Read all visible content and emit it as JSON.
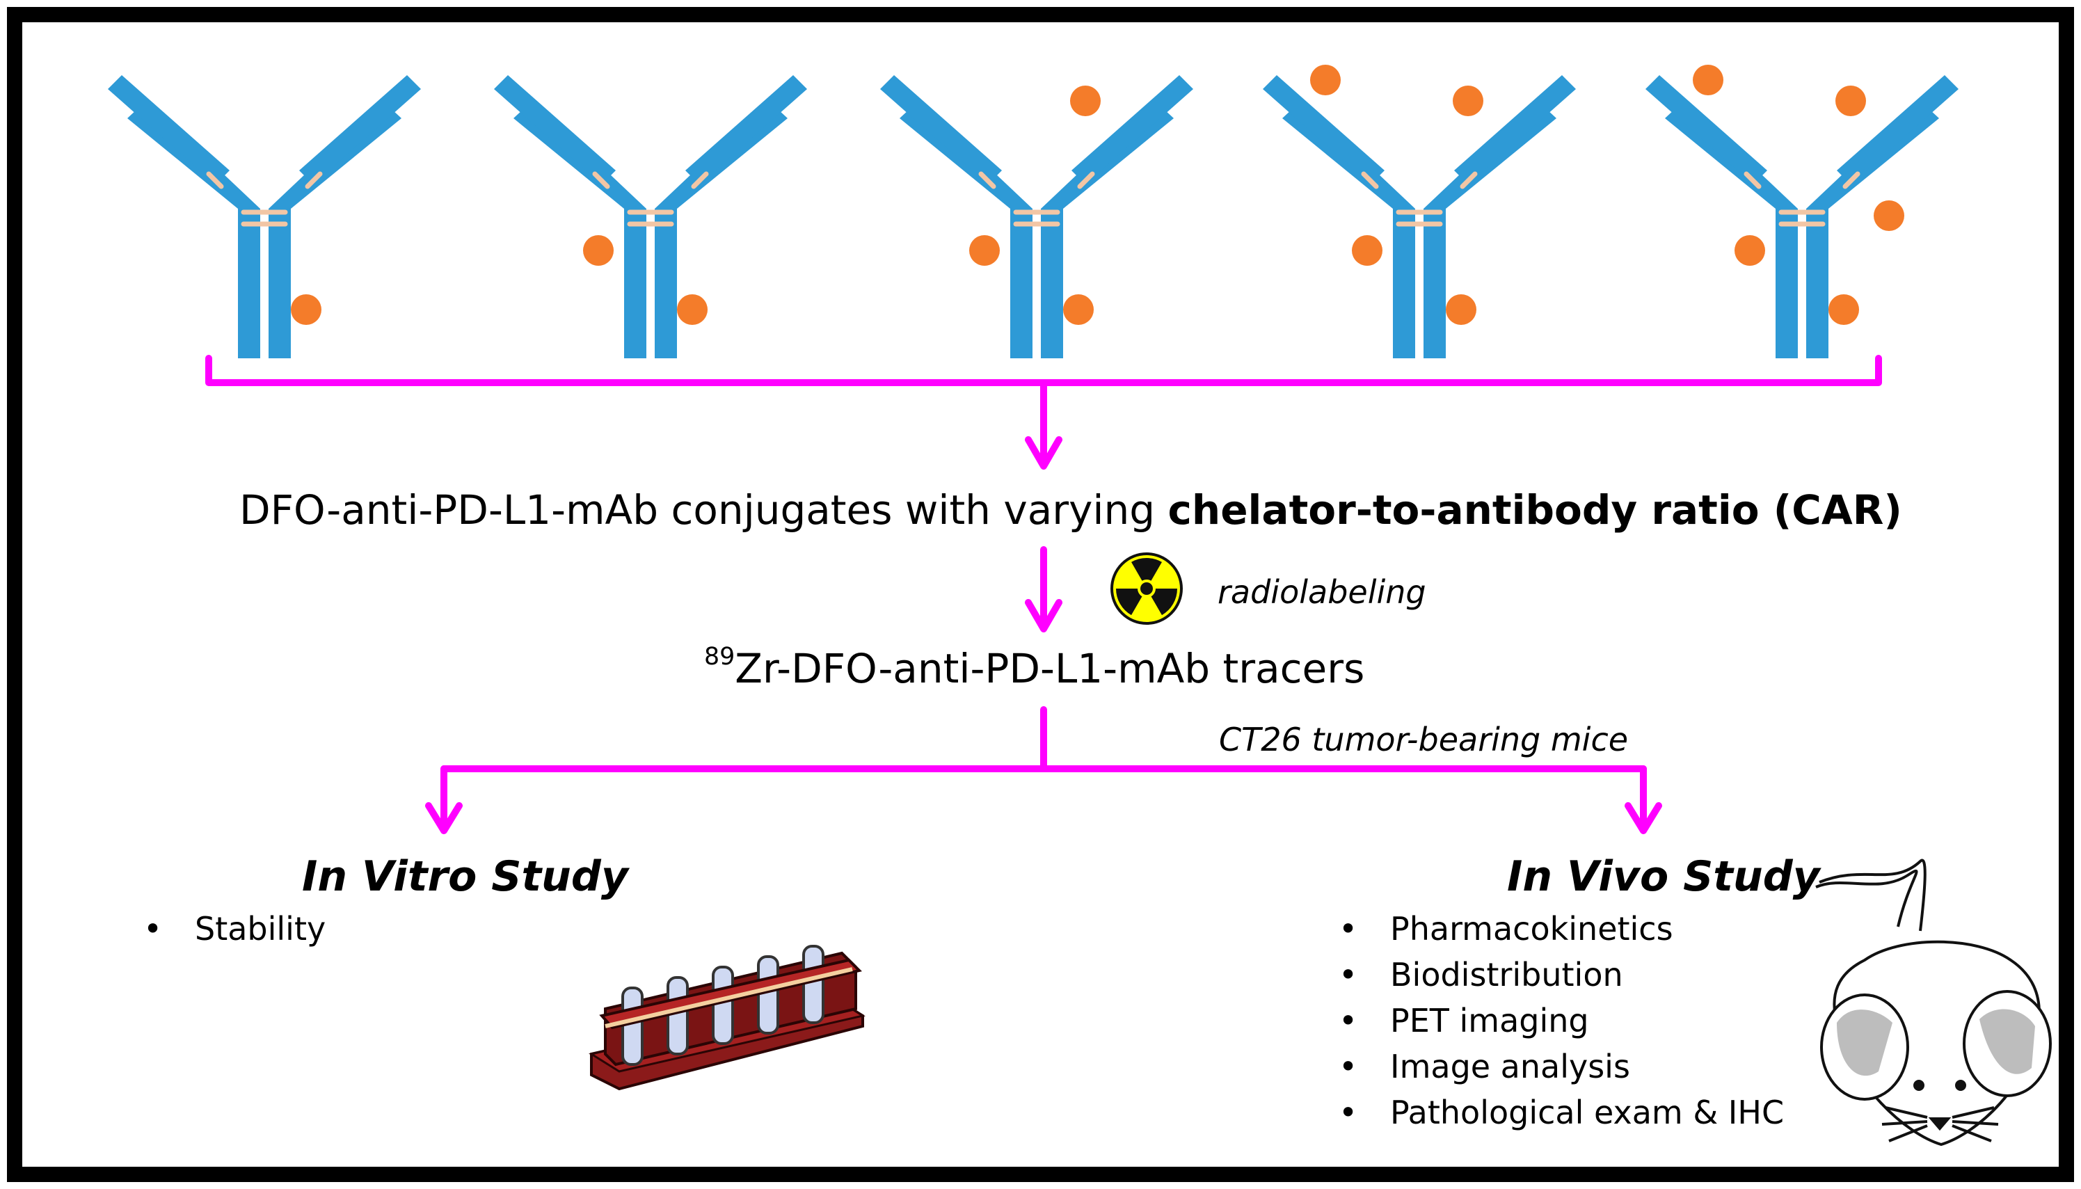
{
  "caption": {
    "conjugates_prefix": "DFO-anti-PD-L1-mAb conjugates with varying ",
    "conjugates_bold": "chelator-to-antibody ratio (CAR)",
    "radiolabeling": "radiolabeling",
    "tracer_isotope": "89",
    "tracer_name": "Zr-DFO-anti-PD-L1-mAb tracers",
    "mice_note": "CT26 tumor-bearing mice"
  },
  "in_vitro": {
    "title": "In Vitro Study",
    "items": [
      "Stability"
    ]
  },
  "in_vivo": {
    "title": "In Vivo Study",
    "items": [
      "Pharmacokinetics",
      "Biodistribution",
      "PET imaging",
      "Image analysis",
      "Pathological exam & IHC"
    ]
  },
  "antibodies": [
    {
      "chelator_count": 1
    },
    {
      "chelator_count": 2
    },
    {
      "chelator_count": 3
    },
    {
      "chelator_count": 4
    },
    {
      "chelator_count": 5
    }
  ],
  "colors": {
    "antibody": "#2e9ad6",
    "chelator": "#f47c2a",
    "disulfide": "#f2c6a5",
    "flow": "#ff00ff",
    "frame": "#000000",
    "trefoil": "#111111",
    "trefoil_bg": "#ffff00",
    "tube_rack": "#8b1a1a"
  },
  "icons": [
    "antibody-icon",
    "chelator-dot-icon",
    "radiation-trefoil-icon",
    "test-tube-rack-icon",
    "mouse-icon"
  ]
}
